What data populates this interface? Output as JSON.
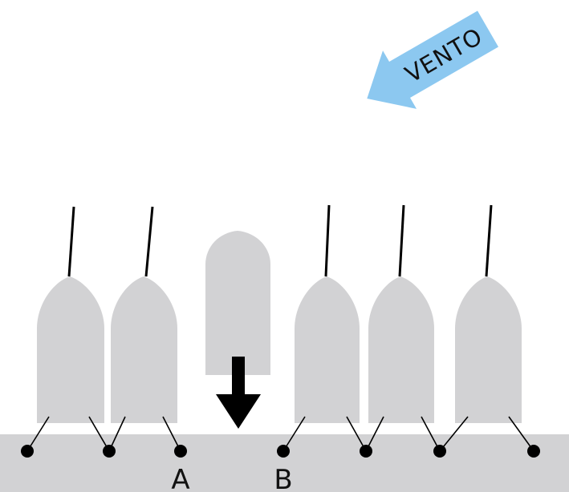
{
  "wind": {
    "label": "VENTO",
    "color": "#8cc8f0",
    "icon": "wind-arrow-icon"
  },
  "dock": {
    "color": "#d2d2d4"
  },
  "boats": {
    "color": "#d2d2d4",
    "moored_count": 5,
    "arriving_count": 1
  },
  "entry_arrow": {
    "icon": "down-arrow-icon",
    "color": "#000000"
  },
  "cleats": {
    "left_label": "A",
    "right_label": "B"
  }
}
